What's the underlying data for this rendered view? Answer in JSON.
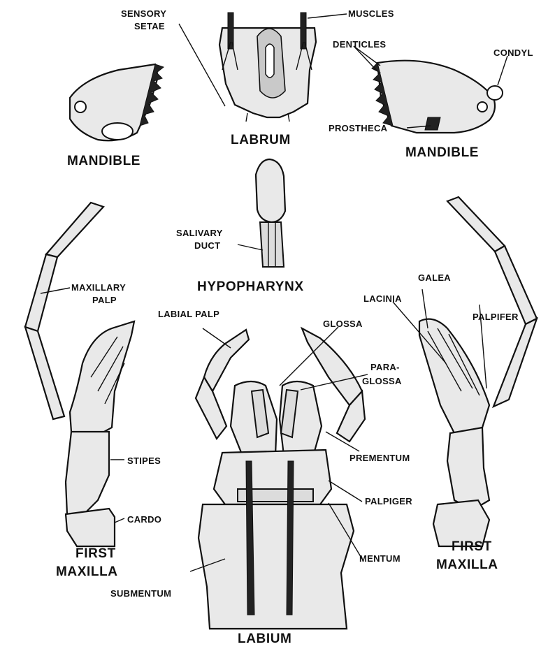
{
  "labels": {
    "sensory_setae": [
      "SENSORY",
      "SETAE"
    ],
    "muscles": "MUSCLES",
    "denticles": "DENTICLES",
    "condyl": "CONDYL",
    "labrum": "LABRUM",
    "mandible_left": "MANDIBLE",
    "mandible_right": "MANDIBLE",
    "prostheca": "PROSTHECA",
    "salivary_duct": [
      "SALIVARY",
      "DUCT"
    ],
    "hypopharynx": "HYPOPHARYNX",
    "maxillary_palp": [
      "MAXILLARY",
      "PALP"
    ],
    "labial_palp": "LABIAL PALP",
    "glossa": "GLOSSA",
    "galea": "GALEA",
    "lacinia": "LACINIA",
    "palpifer": "PALPIFER",
    "paraglossa": [
      "PARA-",
      "GLOSSA"
    ],
    "prementum": "PREMENTUM",
    "stipes": "STIPES",
    "palpiger": "PALPIGER",
    "cardo": "CARDO",
    "mentum": "MENTUM",
    "first_maxilla_left": [
      "FIRST",
      "MAXILLA"
    ],
    "first_maxilla_right": [
      "FIRST",
      "MAXILLA"
    ],
    "submentum": "SUBMENTUM",
    "labium": "LABIUM"
  }
}
